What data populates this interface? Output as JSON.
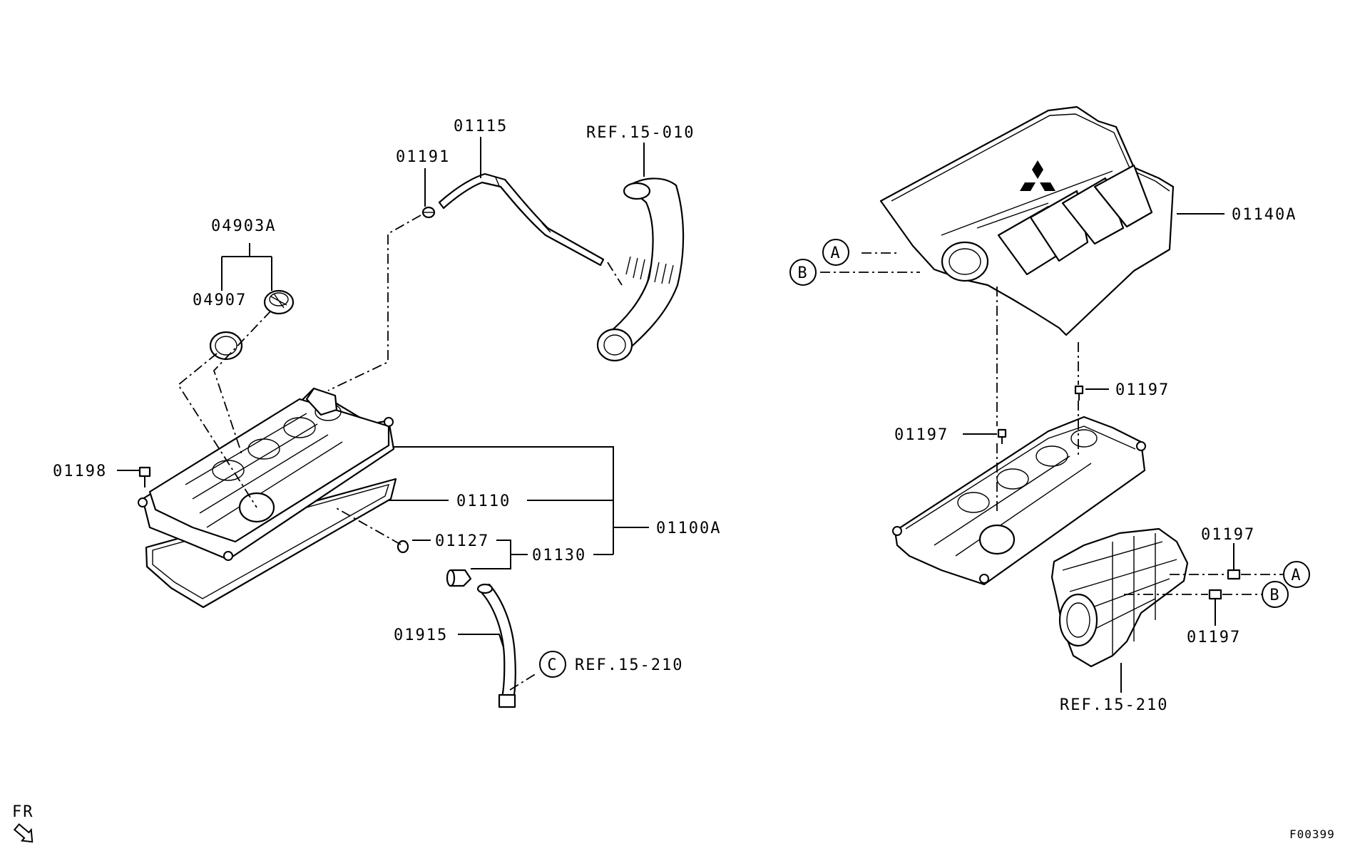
{
  "labels": {
    "p01115": "01115",
    "p01191": "01191",
    "ref15010": "REF.15-010",
    "p04903a": "04903A",
    "p04907": "04907",
    "p01198": "01198",
    "p01110": "01110",
    "p01100a": "01100A",
    "p01127": "01127",
    "p01130": "01130",
    "p01915": "01915",
    "ref15210_left": "REF.15-210",
    "p01140a": "01140A",
    "p01197_a": "01197",
    "p01197_b": "01197",
    "p01197_c": "01197",
    "p01197_d": "01197",
    "ref15210_right": "REF.15-210",
    "fr": "FR",
    "figure_id": "F00399"
  },
  "callouts": {
    "a_left": "A",
    "b_left": "B",
    "c_left": "C",
    "a_right": "A",
    "b_right": "B"
  },
  "icons": {
    "front_arrow": "front-direction-arrow-icon",
    "brand_logo": "three-diamond-logo-icon"
  }
}
